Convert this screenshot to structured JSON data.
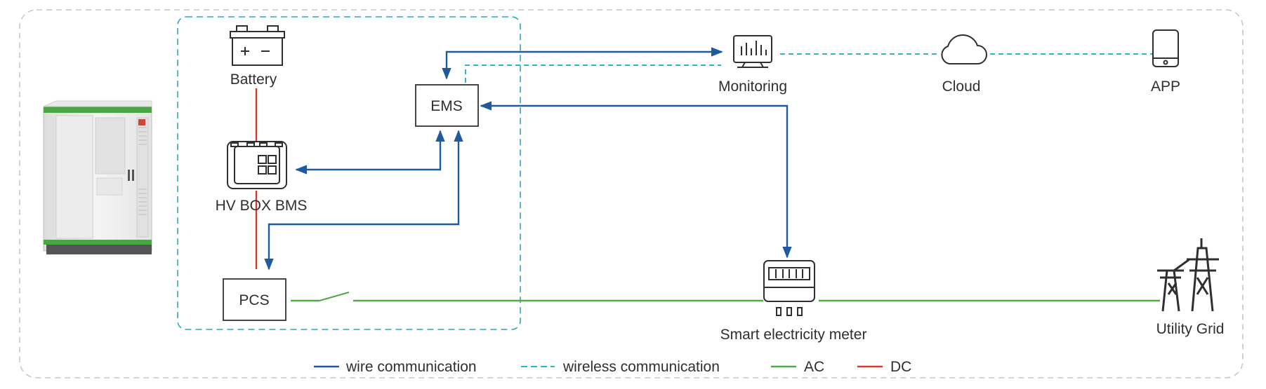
{
  "nodes": {
    "battery": "Battery",
    "hvbox": "HV BOX BMS",
    "pcs": "PCS",
    "ems": "EMS",
    "monitoring": "Monitoring",
    "cloud": "Cloud",
    "app": "APP",
    "meter": "Smart electricity meter",
    "grid": "Utility Grid"
  },
  "legend": {
    "wire": "wire communication",
    "wireless": "wireless communication",
    "ac": "AC",
    "dc": "DC"
  },
  "colors": {
    "wire": "#1f5a9e",
    "wireless": "#2fb7c9",
    "ac": "#4fa84a",
    "dc": "#d33a2c",
    "outline": "#333333",
    "frame": "#c7c7c7"
  }
}
